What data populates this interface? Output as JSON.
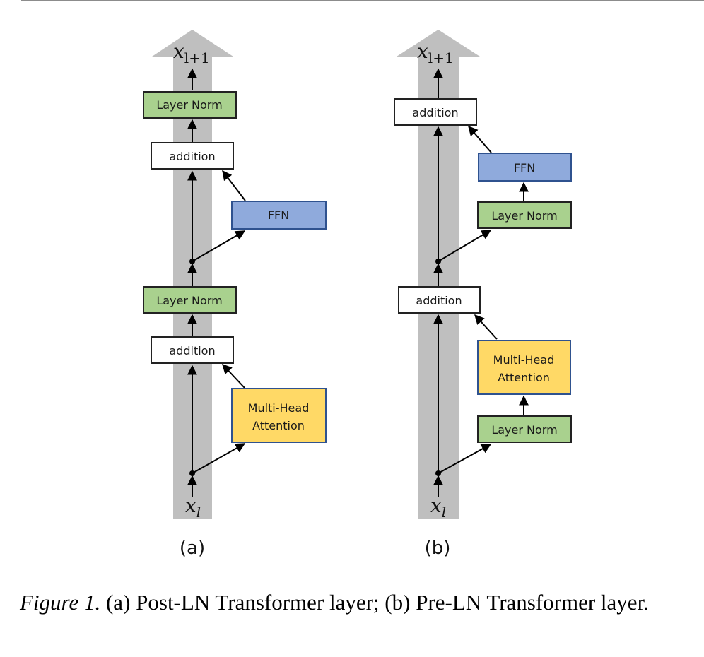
{
  "figure": {
    "panels": [
      {
        "id": "a",
        "label": "(a)",
        "input_label": "x",
        "input_sub": "l",
        "output_label": "x",
        "output_sub": "l+1",
        "boxes": {
          "top_norm": "Layer Norm",
          "top_add": "addition",
          "ffn": "FFN",
          "mid_norm": "Layer Norm",
          "mid_add": "addition",
          "attn_line1": "Multi-Head",
          "attn_line2": "Attention"
        }
      },
      {
        "id": "b",
        "label": "(b)",
        "input_label": "x",
        "input_sub": "l",
        "output_label": "x",
        "output_sub": "l+1",
        "boxes": {
          "top_add": "addition",
          "ffn": "FFN",
          "ffn_norm": "Layer Norm",
          "mid_add": "addition",
          "attn_line1": "Multi-Head",
          "attn_line2": "Attention",
          "attn_norm": "Layer Norm"
        }
      }
    ],
    "colors": {
      "layer_norm": "#a9d18e",
      "ffn": "#8faadc",
      "attention": "#ffd966",
      "addition": "#ffffff",
      "residual_stream": "#bfbfbf"
    },
    "caption": {
      "prefix": "Figure 1.",
      "text": " (a) Post-LN Transformer layer; (b) Pre-LN Transformer layer."
    }
  }
}
